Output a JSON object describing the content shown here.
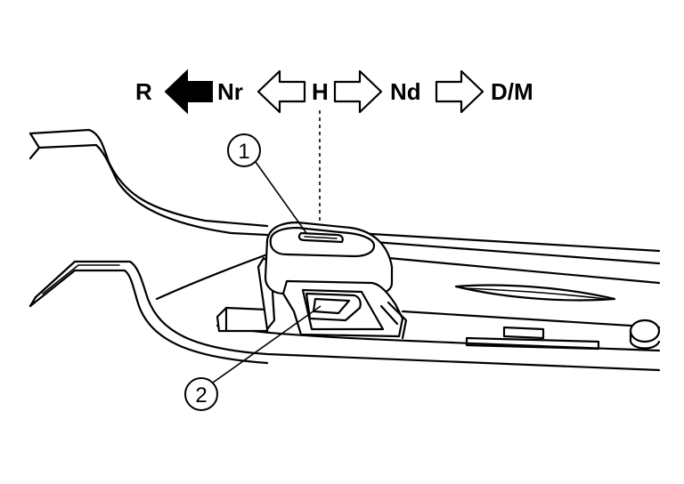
{
  "positions": {
    "r": "R",
    "nr": "Nr",
    "h": "H",
    "nd": "Nd",
    "dm": "D/M"
  },
  "callouts": {
    "one": "1",
    "two": "2"
  },
  "colors": {
    "line": "#000000",
    "background": "#ffffff",
    "active_arrow": "#000000"
  }
}
